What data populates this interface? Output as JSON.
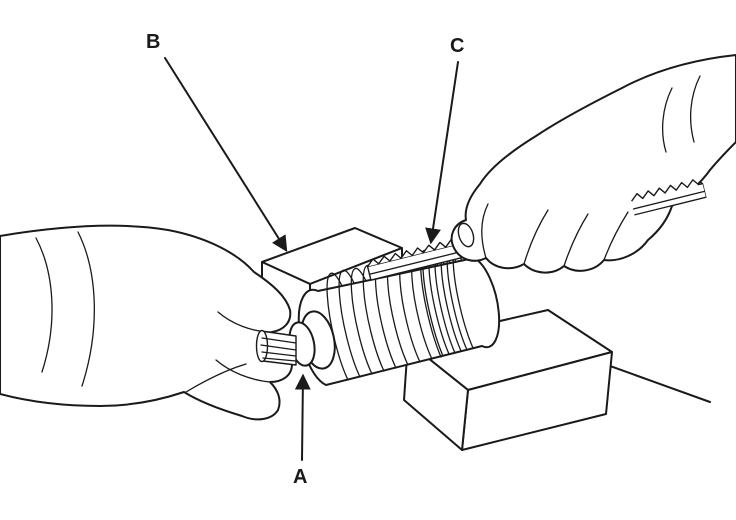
{
  "figure": {
    "background_color": "#ffffff",
    "line_color": "#1a1a1a",
    "labels": {
      "a": "A",
      "b": "B",
      "c": "C"
    }
  }
}
